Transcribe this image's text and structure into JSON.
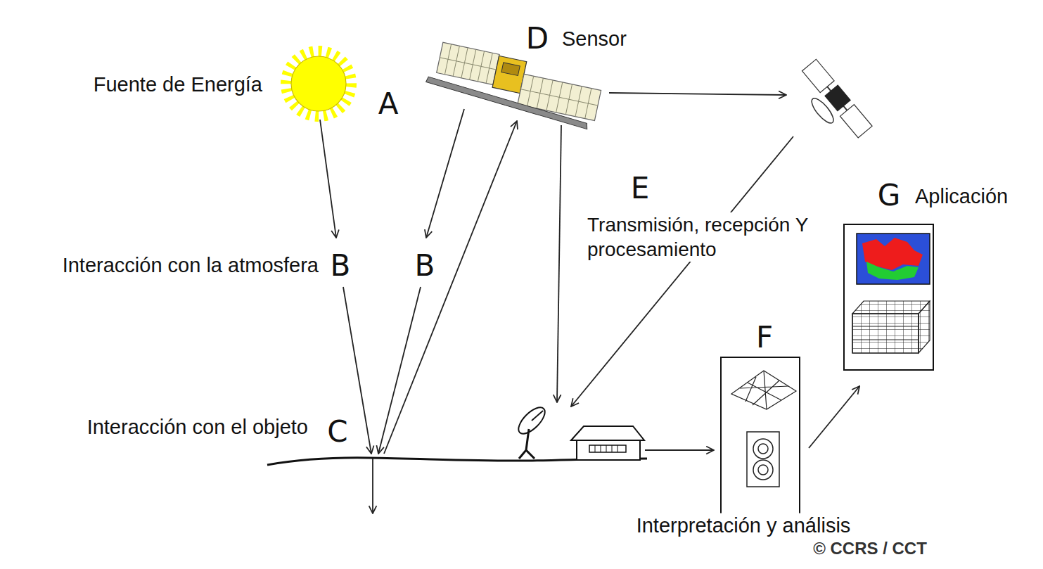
{
  "diagram": {
    "nodes": [
      {
        "text": [
          "F",
          "Interpretación y análisis"
        ]
      },
      {
        "text": [
          "G",
          "Aplicación"
        ]
      }
    ],
    "edges": [
      {
        "from": 0,
        "to": 1,
        "arrow": "to"
      }
    ],
    "labels": [
      "Fuente de Energía",
      "A",
      "D",
      "Sensor",
      "E",
      "Transmisión, recepción Y procesamiento",
      "Interacción con la atmosfera",
      "B",
      "B",
      "Interacción con el objeto",
      "C",
      "© CCRS / CCT"
    ]
  }
}
